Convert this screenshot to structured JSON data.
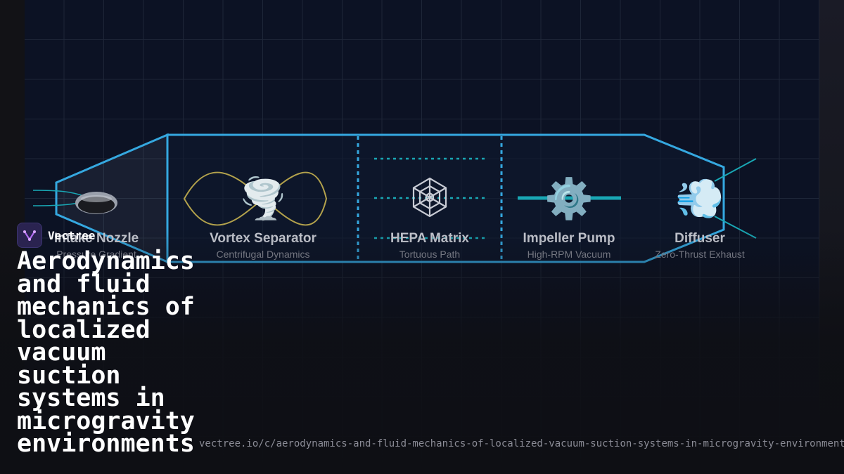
{
  "brand": {
    "name": "Vectree",
    "logo_icon": "vectree-logo-icon"
  },
  "headline": "Aerodynamics and fluid mechanics of localized vacuum suction systems in microgravity environments",
  "source_url": "vectree.io/c/aerodynamics-and-fluid-mechanics-of-localized-vacuum-suction-systems-in-microgravity-environment",
  "colors": {
    "background": "#0e0f14",
    "panel": "#0c1224",
    "grid": "#1e2638",
    "outline": "#35a8e0",
    "vortex_curve": "#b3a24c",
    "teal_flow": "#19a7b4",
    "title_text": "#c8cbd4",
    "subtitle_text": "#8d909c"
  },
  "stages": [
    {
      "title": "Intake Nozzle",
      "subtitle": "Pressure Gradient",
      "icon_name": "nozzle-disc-icon",
      "glyph": ""
    },
    {
      "title": "Vortex Separator",
      "subtitle": "Centrifugal Dynamics",
      "icon_name": "tornado-icon",
      "glyph": "🌪️"
    },
    {
      "title": "HEPA Matrix",
      "subtitle": "Tortuous Path",
      "icon_name": "spider-web-icon",
      "glyph": "🕸️"
    },
    {
      "title": "Impeller Pump",
      "subtitle": "High-RPM Vacuum",
      "icon_name": "gear-icon",
      "glyph": "⚙️"
    },
    {
      "title": "Diffuser",
      "subtitle": "Zero-Thrust Exhaust",
      "icon_name": "wind-puff-icon",
      "glyph": "💨"
    }
  ]
}
